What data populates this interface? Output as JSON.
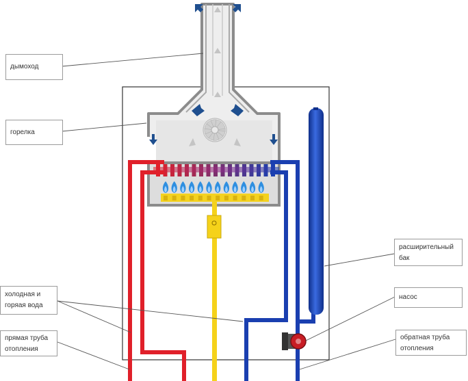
{
  "labels": {
    "chimney": "дымоход",
    "burner": "горелка",
    "expansion_tank": [
      "расширительный",
      "бак"
    ],
    "pump": "насос",
    "cold_hot_water": [
      "холодная и",
      "горяая вода"
    ],
    "supply_pipe": [
      "прямая труба",
      "отопления"
    ],
    "return_pipe": [
      "обратная труба",
      "отопления"
    ]
  },
  "colors": {
    "cold_pipe": "#1a3fb0",
    "hot_pipe": "#e0202a",
    "gas_pipe": "#f5d21a",
    "flame": "#2f8fe0",
    "burner_body": "#f4d21f",
    "flue_gray": "#8c8c8c",
    "flue_fill": "#e4e4e4",
    "airflow_arrow": "#1f4f8f",
    "pump_body": "#c81d25",
    "outline": "#333333"
  },
  "icons": {
    "fan": "fan-icon",
    "flame": "flame-icon",
    "pump": "pump-icon",
    "airflow": "arrow-icon"
  }
}
